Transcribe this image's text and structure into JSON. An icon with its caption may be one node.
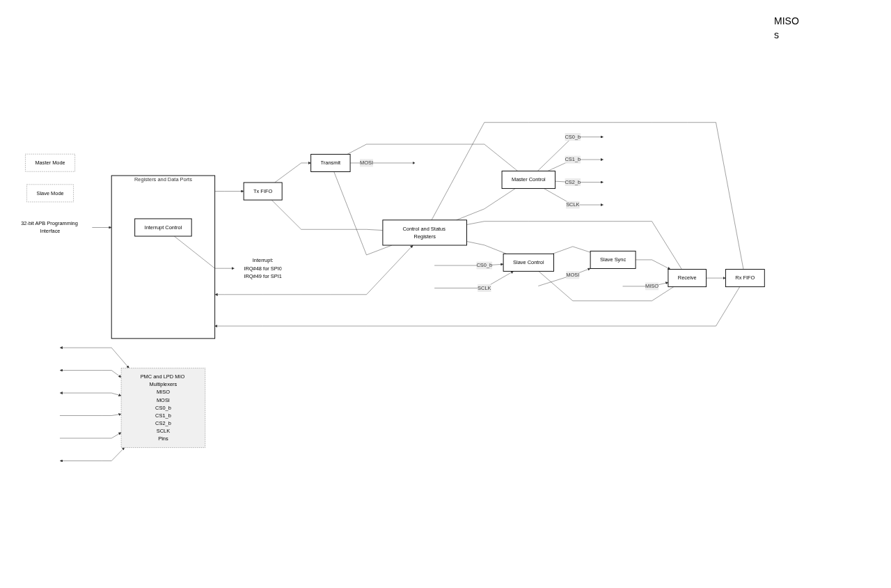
{
  "diagram": {
    "nodes": [
      {
        "text": [
          "Registers and Data Ports"
        ]
      },
      {
        "text": [
          "Interrupt Control"
        ],
        "in": 0
      },
      {
        "text": [
          "Tx FIFO"
        ]
      },
      {
        "text": [
          "Transmit"
        ]
      },
      {
        "text": [
          "Control and Status Registers"
        ]
      },
      {
        "text": [
          "Master Control"
        ]
      },
      {
        "text": [
          "Slave Control"
        ]
      },
      {
        "text": [
          "Rx FIFO"
        ]
      },
      {
        "text": [
          "Receive"
        ]
      },
      {
        "text": [
          "Slave Sync"
        ]
      },
      {
        "text": [
          "Master Mode"
        ]
      },
      {
        "text": [
          "Slave Mode"
        ]
      },
      {
        "text": [
          "PMC and LPD MIO Multiplexers",
          "MISO",
          "MOSI",
          "CS0_b",
          "CS1_b",
          "CS2_b",
          "SCLK",
          "Pins"
        ]
      },
      {
        "text": [
          "32-bit APB Programming Interface"
        ]
      },
      {
        "text": [
          "Interrupt:",
          "IRQ#48 for SPI0",
          "IRQ#49 for SPI1"
        ]
      }
    ],
    "edges": [
      {
        "from": 0,
        "to": 2,
        "arrow": "to"
      },
      {
        "from": 2,
        "to": 3,
        "arrow": "to"
      },
      {
        "from": 3,
        "to": null,
        "arrow": "to",
        "label": "MOSI"
      },
      {
        "from": 2,
        "to": 4,
        "arrow": "none"
      },
      {
        "from": 0,
        "to": 4,
        "arrow": "both"
      },
      {
        "from": 3,
        "to": 4,
        "arrow": "none"
      },
      {
        "from": 3,
        "to": 5,
        "arrow": "none"
      },
      {
        "from": 4,
        "to": 5,
        "arrow": "none"
      },
      {
        "from": 5,
        "to": null,
        "arrow": "to",
        "label": "CS0_b"
      },
      {
        "from": 5,
        "to": null,
        "arrow": "to",
        "label": "CS1_b"
      },
      {
        "from": 5,
        "to": null,
        "arrow": "to",
        "label": "CS2_b"
      },
      {
        "from": 5,
        "to": null,
        "arrow": "to",
        "label": "SCLK"
      },
      {
        "from": 4,
        "to": 6,
        "arrow": "none"
      },
      {
        "from": 4,
        "to": 8,
        "arrow": "none"
      },
      {
        "from": 8,
        "to": 6,
        "arrow": "none"
      },
      {
        "from": null,
        "to": 6,
        "arrow": "to",
        "label": "CS0_b"
      },
      {
        "from": null,
        "to": 6,
        "arrow": "to",
        "label": "SCLK"
      },
      {
        "from": 6,
        "to": 9,
        "arrow": "none"
      },
      {
        "from": 4,
        "to": 7,
        "arrow": "none"
      },
      {
        "from": 7,
        "to": 0,
        "arrow": "to"
      },
      {
        "from": 8,
        "to": 7,
        "arrow": "to"
      },
      {
        "from": 9,
        "to": 8,
        "arrow": "to"
      },
      {
        "from": null,
        "to": 9,
        "arrow": "to",
        "label": "MOSI"
      },
      {
        "from": null,
        "to": 8,
        "arrow": "to",
        "label": "MISO"
      },
      {
        "from": 13,
        "to": 0,
        "arrow": "to"
      },
      {
        "from": 1,
        "to": 14,
        "arrow": "to"
      },
      {
        "from": null,
        "to": 12,
        "arrow": "both"
      },
      {
        "from": null,
        "to": 12,
        "arrow": "both"
      },
      {
        "from": null,
        "to": 12,
        "arrow": "both"
      },
      {
        "from": null,
        "to": 12,
        "arrow": "to"
      },
      {
        "from": null,
        "to": 12,
        "arrow": "to"
      },
      {
        "from": null,
        "to": 12,
        "arrow": "both"
      }
    ],
    "labels": [
      "MISO",
      "s"
    ]
  }
}
